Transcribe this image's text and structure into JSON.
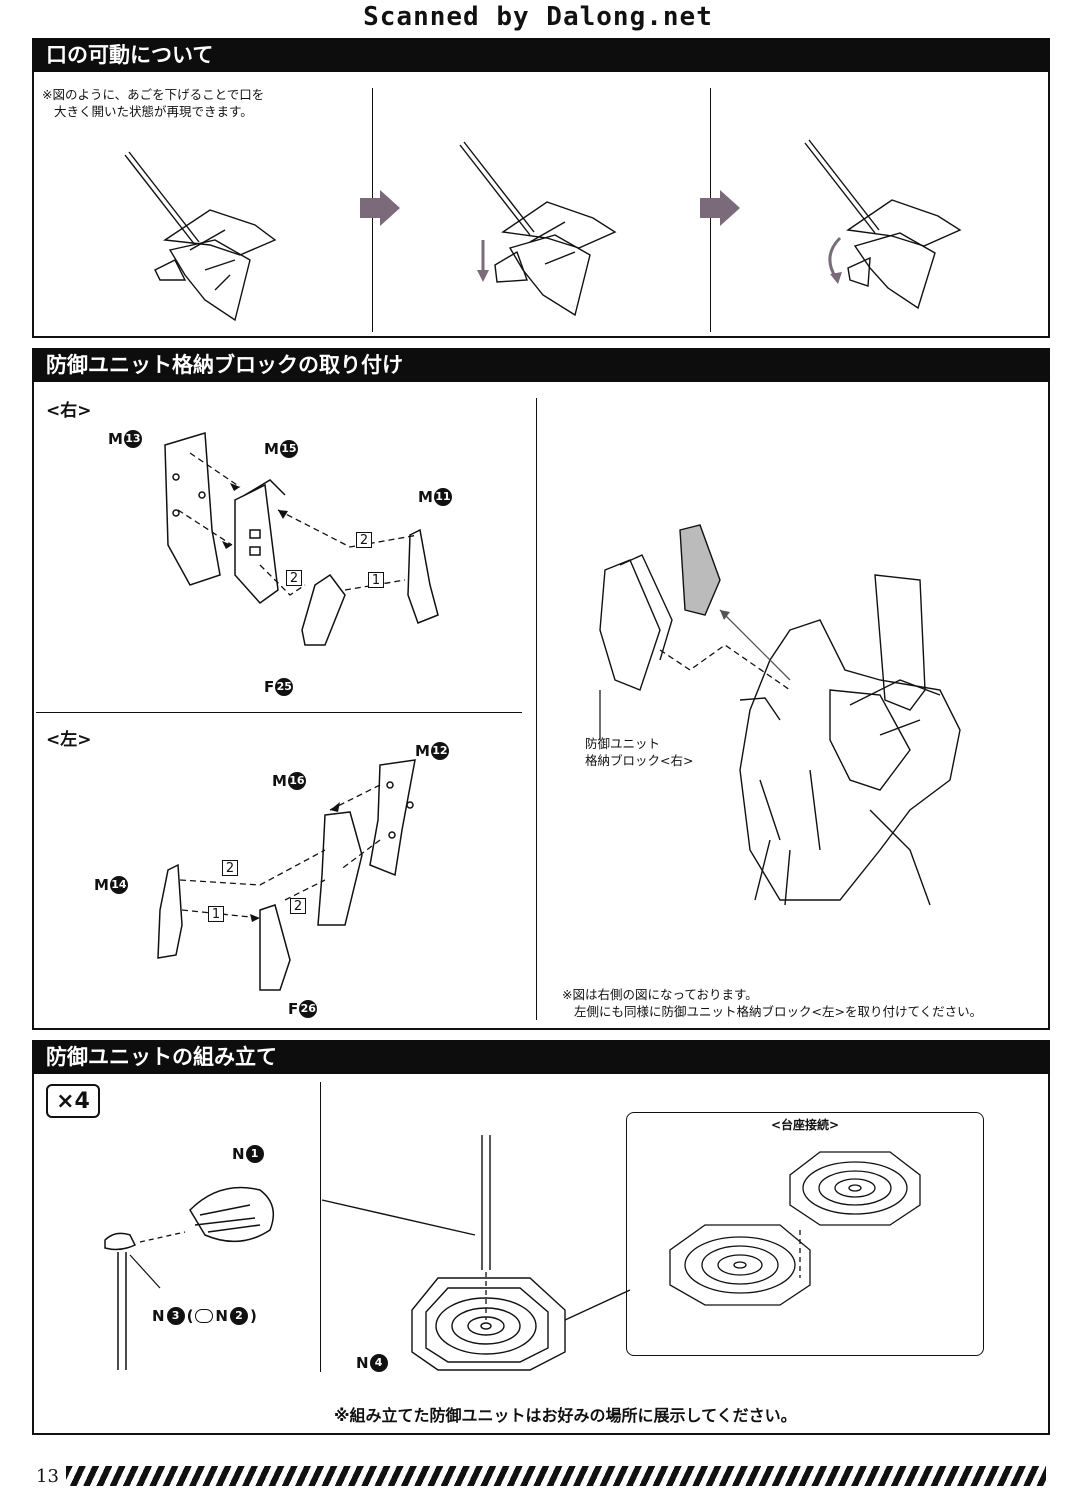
{
  "watermark": "Scanned by Dalong.net",
  "page_number": "13",
  "sections": {
    "mouth": {
      "title": "口の可動について",
      "note_line1": "※図のように、あごを下げることで口を",
      "note_line2": "大きく開いた状態が再現できます。"
    },
    "block": {
      "title": "防御ユニット格納ブロックの取り付け",
      "right_label": "<右>",
      "left_label": "<左>",
      "callout_line1": "防御ユニット",
      "callout_line2": "格納ブロック<右>",
      "note_line1": "※図は右側の図になっております。",
      "note_line2": "左側にも同様に防御ユニット格納ブロック<左>を取り付けてください。"
    },
    "unit": {
      "title": "防御ユニットの組み立て",
      "multiplier": "×4",
      "base_label": "<台座接続>",
      "closing_note": "※組み立てた防御ユニットはお好みの場所に展示してください。"
    }
  },
  "parts_right": {
    "m13_letter": "M",
    "m13_num": "13",
    "m15_letter": "M",
    "m15_num": "15",
    "m11_letter": "M",
    "m11_num": "11",
    "f25_letter": "F",
    "f25_num": "25"
  },
  "parts_left": {
    "m12_letter": "M",
    "m12_num": "12",
    "m16_letter": "M",
    "m16_num": "16",
    "m14_letter": "M",
    "m14_num": "14",
    "f26_letter": "F",
    "f26_num": "26"
  },
  "parts_unit": {
    "n1_letter": "N",
    "n1_num": "1",
    "n3_letter": "N",
    "n3_num": "3",
    "n2_letter": "N",
    "n2_num": "2",
    "n3_paren_open": "(",
    "n3_paren_close": ")",
    "n4_letter": "N",
    "n4_num": "4"
  },
  "steps": {
    "right_upper": "2",
    "right_mid": "2",
    "right_lower": "1",
    "left_upper": "2",
    "left_mid": "2",
    "left_lower": "1"
  },
  "colors": {
    "header_bg": "#0d0d0d",
    "arrow_fill": "#7a6a7a",
    "paper": "#ffffff"
  }
}
